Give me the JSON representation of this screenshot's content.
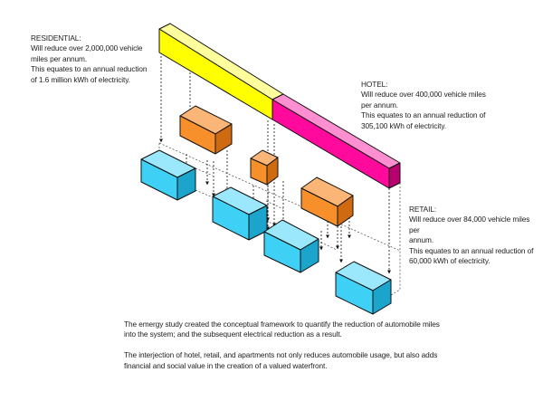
{
  "notes": {
    "residential": {
      "heading": "RESIDENTIAL:",
      "line1": "Will reduce over 2,000,000 vehicle",
      "line2": "miles per annum.",
      "line3": "This equates to an annual reduction",
      "line4": "of 1.6 million kWh of electricity."
    },
    "hotel": {
      "heading": "HOTEL:",
      "line1": "Will reduce over 400,000 vehicle miles",
      "line2": "per annum.",
      "line3": "This equates to an annual reduction of",
      "line4": "305,100 kWh of electricity."
    },
    "retail": {
      "heading": "RETAIL:",
      "line1": "Will reduce over 84,000 vehicle miles per",
      "line2": "annum.",
      "line3": "This equates to an annual reduction of",
      "line4": "60,000 kWh of electricity."
    }
  },
  "caption": {
    "p1_line1": "The emergy study created the conceptual framework to quantify the reduction of automobile miles",
    "p1_line2": "into the system; and the subsequent electrical reduction as a result.",
    "p2_line1": "The interjection of hotel, retail, and apartments not only reduces automobile usage, but also adds",
    "p2_line2": "financial and social value in the creation of a valued waterfront."
  },
  "colors": {
    "residential_bar": "#ffff00",
    "hotel_bar": "#ff0a9c",
    "orange_box": "#f7902b",
    "blue_box": "#3fd0f5",
    "outline": "#111111"
  }
}
